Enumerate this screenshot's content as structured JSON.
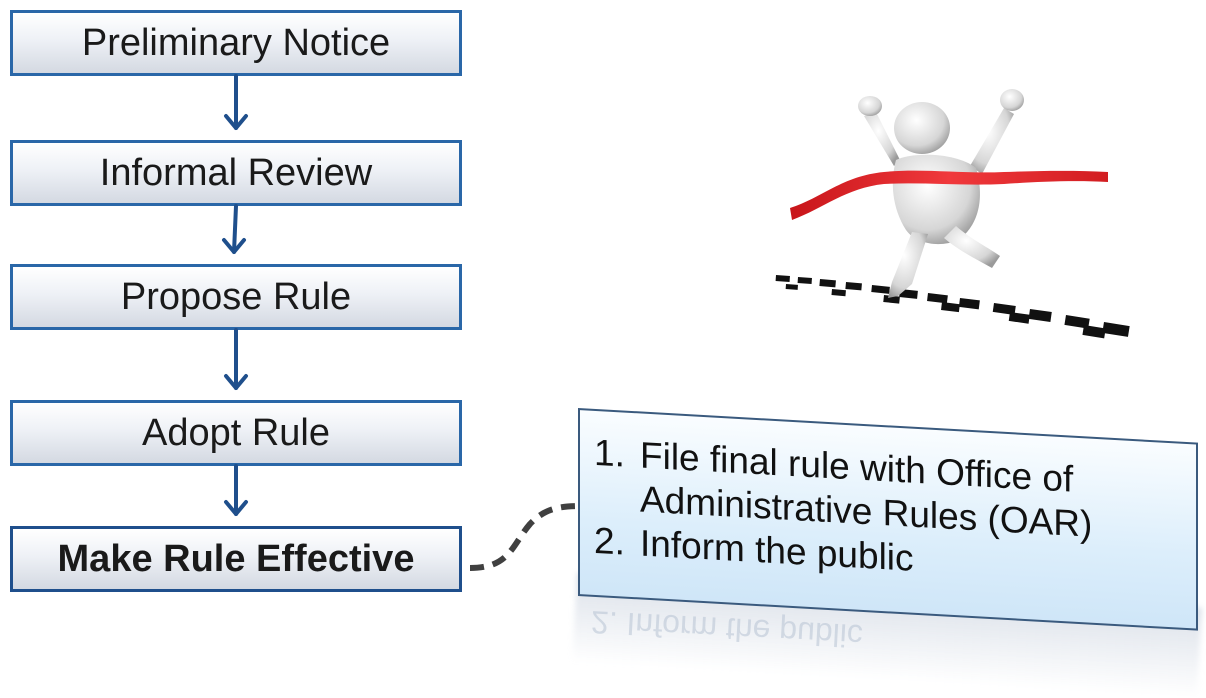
{
  "flow": {
    "steps": [
      {
        "label": "Preliminary Notice"
      },
      {
        "label": "Informal Review"
      },
      {
        "label": "Propose Rule"
      },
      {
        "label": "Adopt Rule"
      },
      {
        "label": "Make Rule Effective"
      }
    ]
  },
  "callout": {
    "items": [
      {
        "num": "1.",
        "text": "File final rule with Office of Administrative Rules (OAR)"
      },
      {
        "num": "2.",
        "text": "Inform the public"
      }
    ],
    "mirror_text": "2. Inform the public"
  },
  "colors": {
    "box_border": "#2a67a8",
    "arrow": "#1f4f8c",
    "callout_fill": "#dceefb",
    "ribbon": "#e8262a"
  }
}
